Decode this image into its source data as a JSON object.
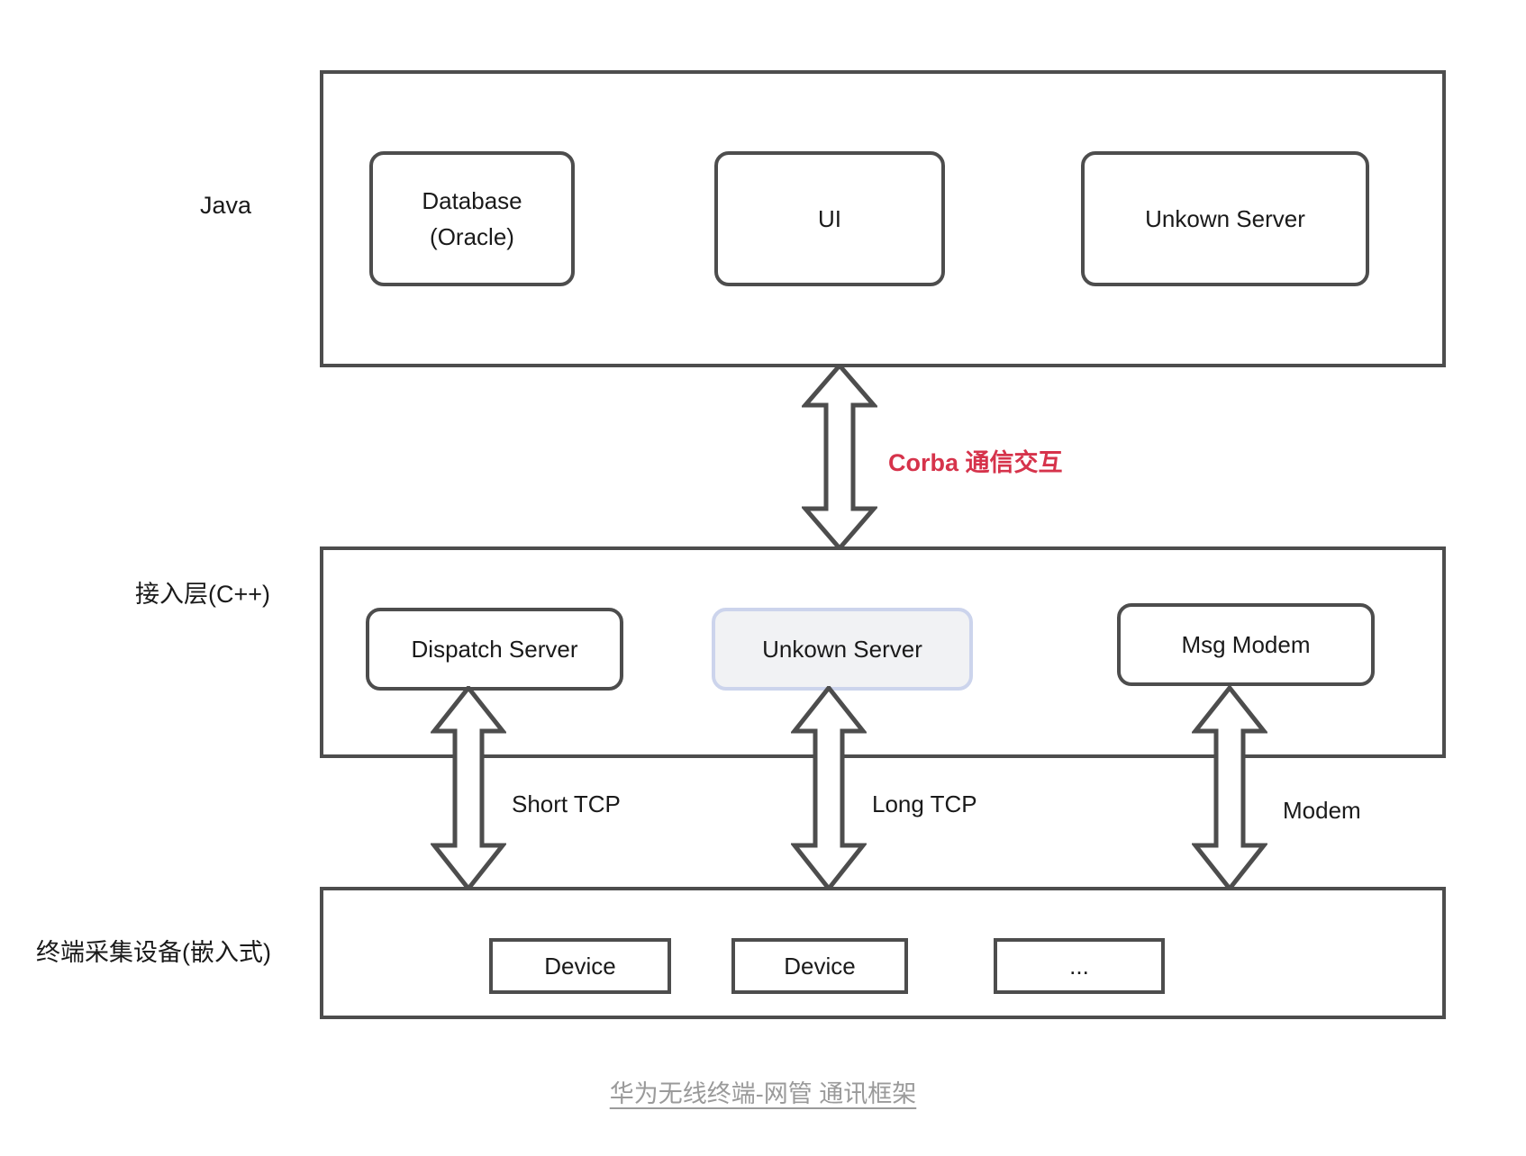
{
  "diagram": {
    "caption": "华为无线终端-网管 通讯框架",
    "colors": {
      "stroke": "#4d4d4d",
      "text": "#1a1a1a",
      "accent_red": "#d6334b",
      "selected_border": "#ccd4ec",
      "selected_fill": "#f1f2f4",
      "caption_text": "#9a9a9a",
      "background": "#ffffff"
    },
    "layers": [
      {
        "id": "java",
        "label": "Java",
        "nodes": [
          {
            "id": "database",
            "label_line1": "Database",
            "label_line2": "(Oracle)",
            "shape": "rounded",
            "selected": false
          },
          {
            "id": "ui",
            "label_line1": "UI",
            "label_line2": "",
            "shape": "rounded",
            "selected": false
          },
          {
            "id": "unkown-server-java",
            "label_line1": "Unkown Server",
            "label_line2": "",
            "shape": "rounded",
            "selected": false
          }
        ]
      },
      {
        "id": "access",
        "label": "接入层(C++)",
        "nodes": [
          {
            "id": "dispatch-server",
            "label_line1": "Dispatch Server",
            "label_line2": "",
            "shape": "rounded",
            "selected": false
          },
          {
            "id": "unkown-server-cpp",
            "label_line1": "Unkown Server",
            "label_line2": "",
            "shape": "rounded",
            "selected": true
          },
          {
            "id": "msg-modem",
            "label_line1": "Msg Modem",
            "label_line2": "",
            "shape": "rounded",
            "selected": false
          }
        ]
      },
      {
        "id": "terminal",
        "label": "终端采集设备(嵌入式)",
        "nodes": [
          {
            "id": "device-1",
            "label_line1": "Device",
            "label_line2": "",
            "shape": "rect",
            "selected": false
          },
          {
            "id": "device-2",
            "label_line1": "Device",
            "label_line2": "",
            "shape": "rect",
            "selected": false
          },
          {
            "id": "device-3",
            "label_line1": "...",
            "label_line2": "",
            "shape": "rect",
            "selected": false
          }
        ]
      }
    ],
    "connections": [
      {
        "id": "corba",
        "label": "Corba 通信交互",
        "from": "java",
        "to": "access",
        "style": "double-arrow",
        "emphasis": "red-bold"
      },
      {
        "id": "short-tcp",
        "label": "Short TCP",
        "from": "dispatch-server",
        "to": "terminal",
        "style": "double-arrow",
        "emphasis": "none"
      },
      {
        "id": "long-tcp",
        "label": "Long TCP",
        "from": "unkown-server-cpp",
        "to": "terminal",
        "style": "double-arrow",
        "emphasis": "none"
      },
      {
        "id": "modem",
        "label": "Modem",
        "from": "msg-modem",
        "to": "terminal",
        "style": "double-arrow",
        "emphasis": "none"
      }
    ]
  }
}
